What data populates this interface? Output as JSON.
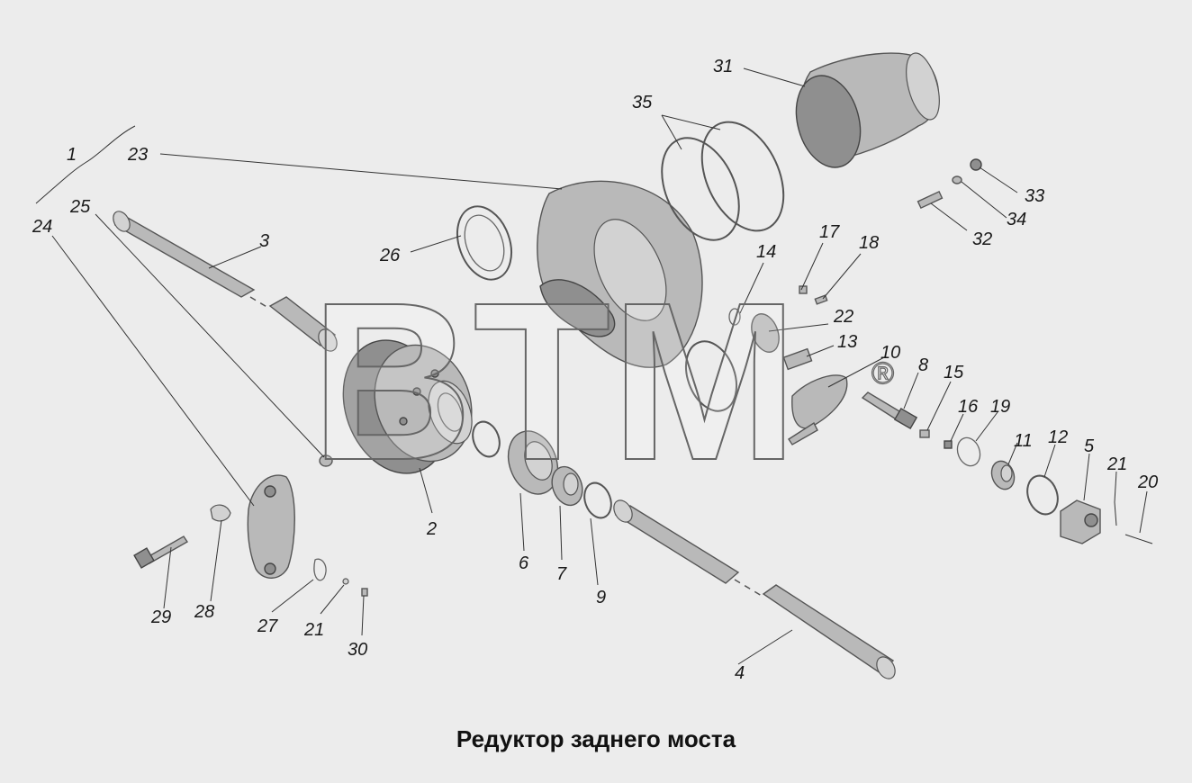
{
  "title": "Редуктор заднего моста",
  "watermark": {
    "text": "BTM",
    "registered": "®"
  },
  "labels": [
    "1",
    "2",
    "3",
    "4",
    "5",
    "6",
    "7",
    "8",
    "9",
    "10",
    "11",
    "12",
    "13",
    "14",
    "15",
    "16",
    "17",
    "18",
    "19",
    "20",
    "21",
    "21",
    "22",
    "23",
    "24",
    "25",
    "26",
    "27",
    "28",
    "29",
    "30",
    "31",
    "32",
    "33",
    "34",
    "35"
  ],
  "colors": {
    "background": "#ececec",
    "part": "#b9b9b9",
    "outline": "#555555"
  }
}
